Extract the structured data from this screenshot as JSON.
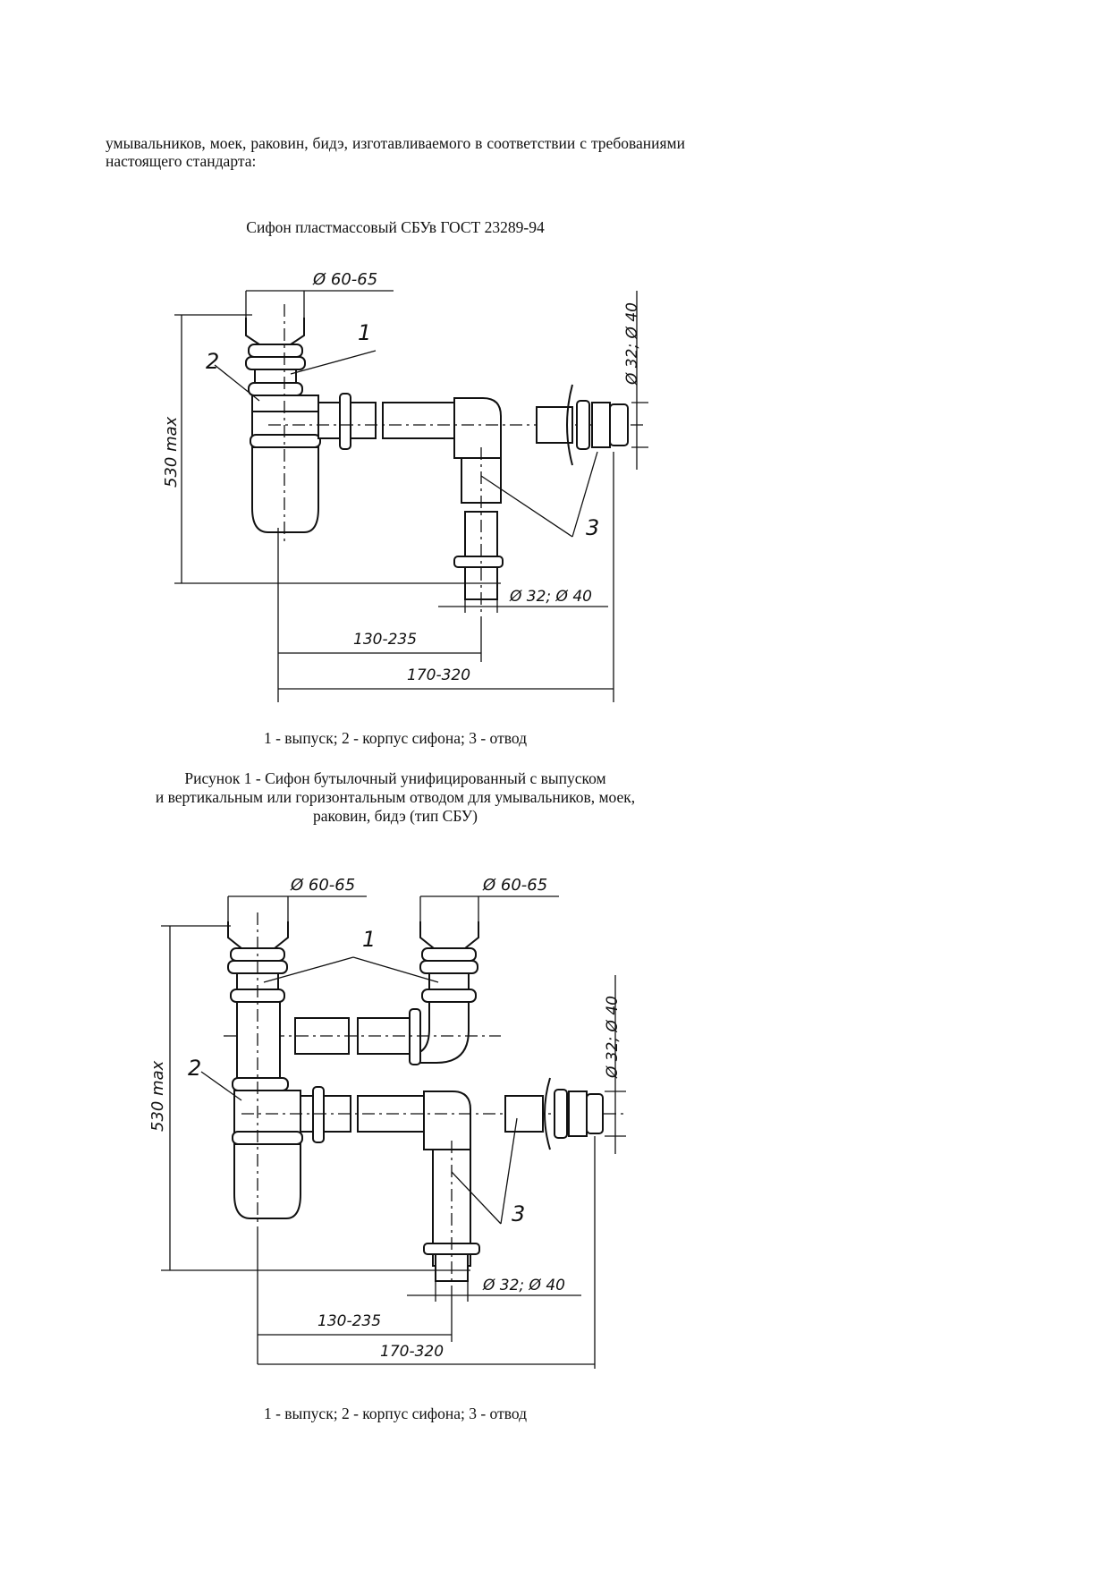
{
  "intro_paragraph": "умывальников, моек, раковин, бидэ, изготавливаемого в соответствии с требованиями настоящего стандарта:",
  "designation_example": "Сифон пластмассовый СБУв ГОСТ 23289-94",
  "figure1": {
    "dims": {
      "outlet_diameter": "Ø 60-65",
      "side_diameter": "Ø 32; Ø 40",
      "bottom_diameter": "Ø 32; Ø 40",
      "height": "530 max",
      "width_inner": "130-235",
      "width_outer": "170-320"
    },
    "callouts": [
      "1",
      "2",
      "3"
    ],
    "legend": "1 - выпуск; 2 - корпус сифона; 3 - отвод",
    "caption_lines": [
      "Рисунок 1 - Сифон бутылочный унифицированный с выпуском",
      "и вертикальным или горизонтальным отводом для умывальников, моек,",
      "раковин, бидэ (тип СБУ)"
    ]
  },
  "figure2": {
    "dims": {
      "outlet_diameter_left": "Ø 60-65",
      "outlet_diameter_right": "Ø 60-65",
      "side_diameter": "Ø 32; Ø 40",
      "bottom_diameter": "Ø 32; Ø 40",
      "height": "530 max",
      "width_inner": "130-235",
      "width_outer": "170-320"
    },
    "callouts": [
      "1",
      "2",
      "3"
    ],
    "legend": "1 - выпуск; 2 - корпус сифона; 3 - отвод"
  }
}
